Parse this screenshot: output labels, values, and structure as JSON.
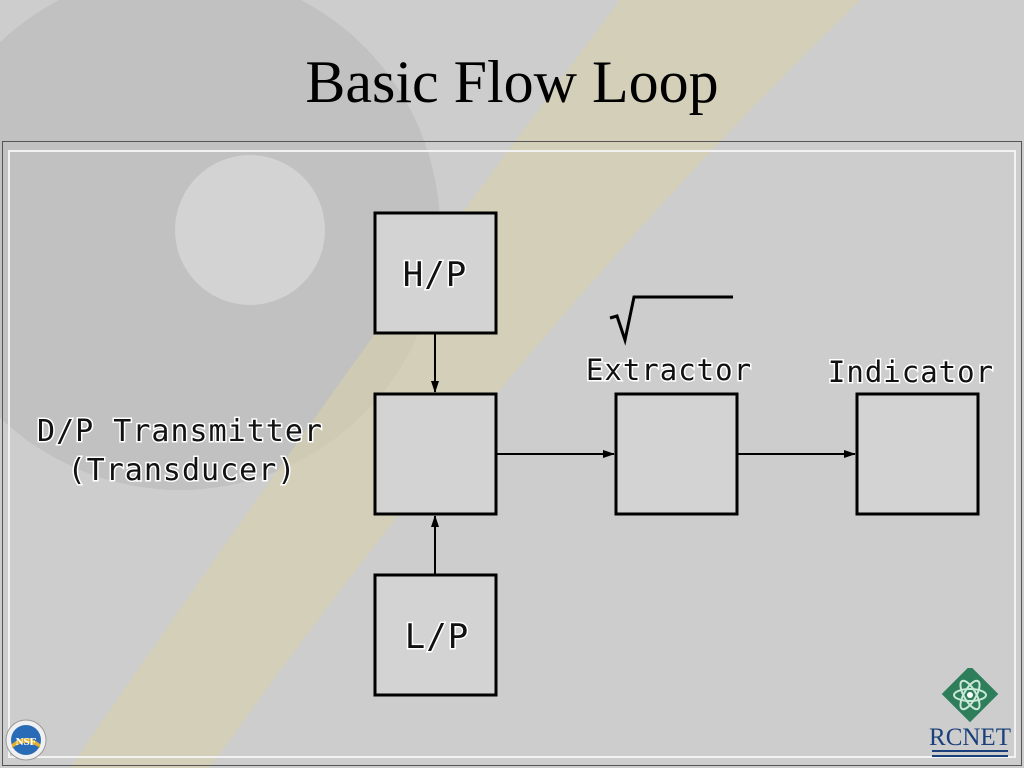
{
  "slide": {
    "title": "Basic Flow Loop"
  },
  "diagram": {
    "hp_label": "H/P",
    "lp_label": "L/P",
    "transmitter_label_line1": "D/P Transmitter",
    "transmitter_label_line2": "(Transducer)",
    "extractor_label": "Extractor",
    "indicator_label": "Indicator",
    "sqrt_symbol": "√"
  },
  "logos": {
    "left": "NSF",
    "right": "RCNET"
  },
  "colors": {
    "background": "#cfcfcf",
    "box_fill": "#d3d3d3",
    "line": "#000000",
    "rcnet_green": "#2e7d5b",
    "rcnet_blue": "#1a3f7a"
  }
}
